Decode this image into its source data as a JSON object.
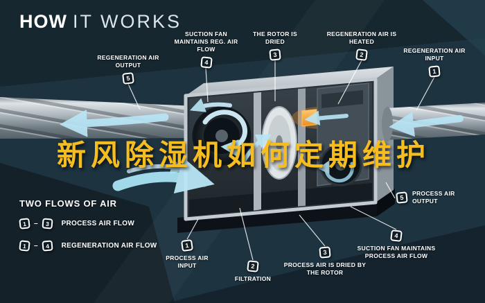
{
  "title": {
    "word1": "HOW",
    "word2": "IT WORKS"
  },
  "overlay": {
    "text": "新风除湿机如何定期维护"
  },
  "legend": {
    "heading": "TWO FLOWS OF AIR",
    "separator": "–",
    "items": [
      {
        "start": "1",
        "end": "3",
        "label": "PROCESS AIR FLOW"
      },
      {
        "start": "1",
        "end": "4",
        "label": "REGENERATION AIR FLOW"
      }
    ]
  },
  "callouts": [
    {
      "num": "5",
      "label": "REGENERATION AIR OUTPUT"
    },
    {
      "num": "4",
      "label": "SUCTION FAN MAINTAINS REG. AIR FLOW"
    },
    {
      "num": "3",
      "label": "THE ROTOR IS DRIED"
    },
    {
      "num": "2",
      "label": "REGENERATION AIR IS HEATED"
    },
    {
      "num": "1",
      "label": "REGENERATION AIR INPUT"
    },
    {
      "num": "1",
      "label": "PROCESS AIR INPUT"
    },
    {
      "num": "2",
      "label": "FILTRATION"
    },
    {
      "num": "3",
      "label": "PROCESS AIR IS DRIED BY THE ROTOR"
    },
    {
      "num": "4",
      "label": "SUCTION FAN MAINTAINS PROCESS AIR FLOW"
    },
    {
      "num": "5",
      "label": "PROCESS AIR OUTPUT"
    }
  ],
  "colors": {
    "background": "#1d3340",
    "airflow_cyan": "#b9e6f6",
    "headline_gold": "#f5bd1f",
    "heater_orange": "#f08c1e"
  }
}
